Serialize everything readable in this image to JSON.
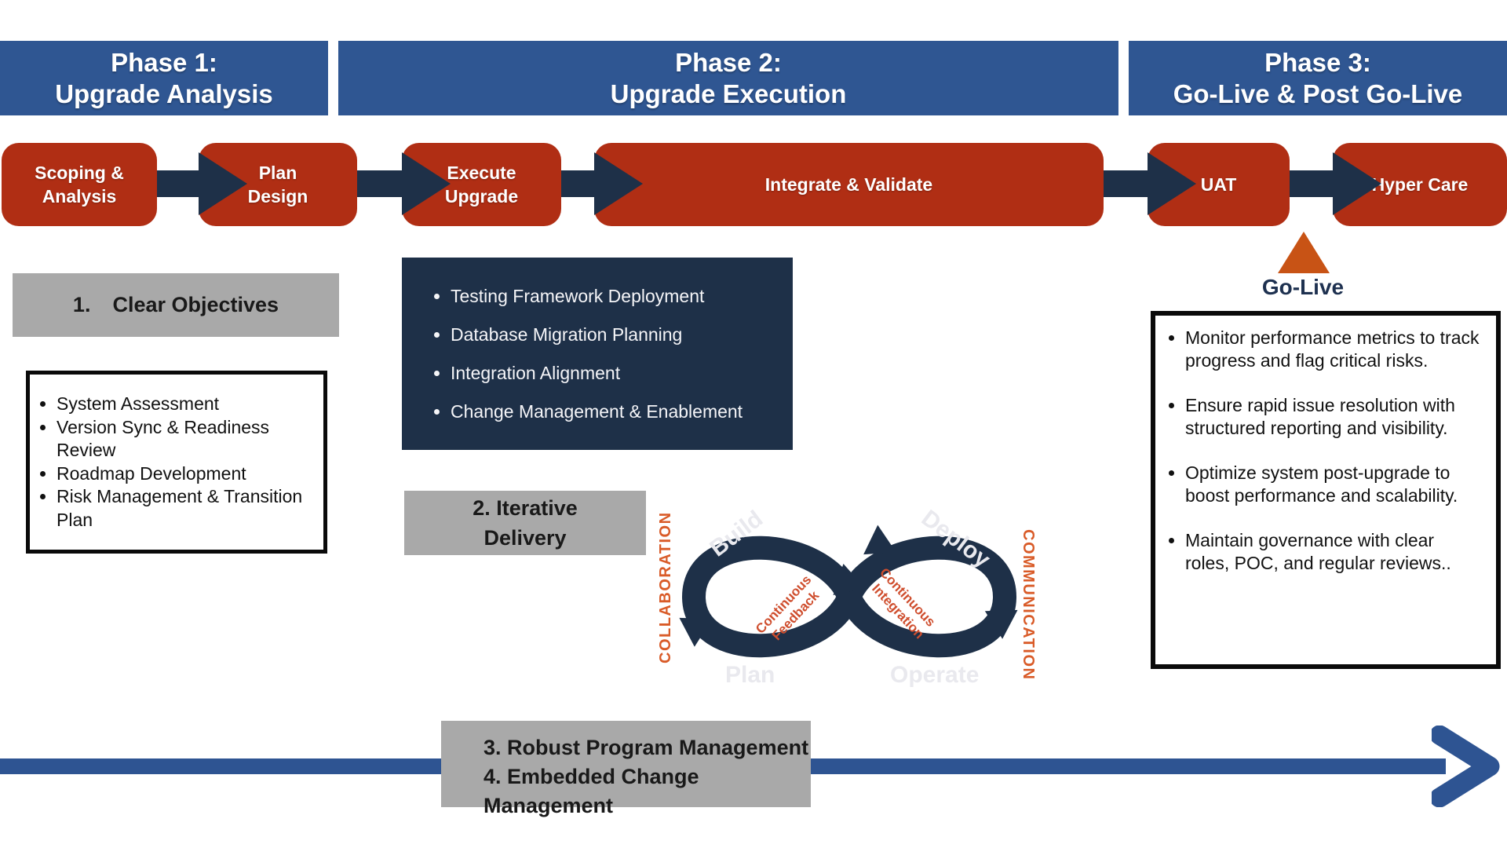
{
  "header": {
    "phases": [
      {
        "lines": "Phase 1:\nUpgrade Analysis"
      },
      {
        "lines": "Phase 2:\nUpgrade Execution"
      },
      {
        "lines": "Phase 3:\nGo-Live & Post Go-Live"
      }
    ]
  },
  "flow": {
    "steps": [
      {
        "lines": "Scoping &\nAnalysis"
      },
      {
        "lines": "Plan\nDesign"
      },
      {
        "lines": "Execute\nUpgrade"
      },
      {
        "lines": "Integrate & Validate"
      },
      {
        "lines": "UAT"
      },
      {
        "lines": "Hyper Care"
      }
    ]
  },
  "callouts": {
    "one": {
      "number": "1.",
      "title": "Clear Objectives"
    },
    "two": {
      "lines": "2. Iterative\nDelivery"
    },
    "three": {
      "lines": "3. Robust Program Management\n4. Embedded Change Management"
    }
  },
  "panels": {
    "phase1": {
      "items": [
        "System Assessment",
        "Version Sync &  Readiness Review",
        "Roadmap Development",
        "Risk Management & Transition Plan"
      ]
    },
    "phase2": {
      "items": [
        "Testing Framework Deployment",
        "Database Migration Planning",
        "Integration Alignment",
        "Change Management & Enablement"
      ]
    },
    "phase3": {
      "items": [
        "Monitor performance metrics to track progress and flag critical risks.",
        "Ensure rapid issue resolution with structured reporting and visibility.",
        "Optimize system post-upgrade to boost performance and scalability.",
        "Maintain governance with clear roles, POC, and regular reviews.."
      ]
    }
  },
  "golive": {
    "label": "Go-Live"
  },
  "loop": {
    "build": "Build",
    "plan": "Plan",
    "deploy": "Deploy",
    "operate": "Operate",
    "feedback_lines": [
      "Continuous",
      "Feedback"
    ],
    "integration_lines": [
      "Continuous",
      "Integration"
    ],
    "left_label": "COLLABORATION",
    "right_label": "COMMUNICATION"
  },
  "colors": {
    "phase_bar_blue": "#2f5692",
    "step_red": "#b02e14",
    "connector_navy": "#1e3048",
    "panel_navy": "#1e3048",
    "callout_gray": "#a9a9a9",
    "golive_orange": "#c85315",
    "loop_orange_text": "#d95b28",
    "timeline_blue": "#2e5492",
    "box_border_black": "#0a0a0a",
    "white_text": "#ffffff"
  }
}
